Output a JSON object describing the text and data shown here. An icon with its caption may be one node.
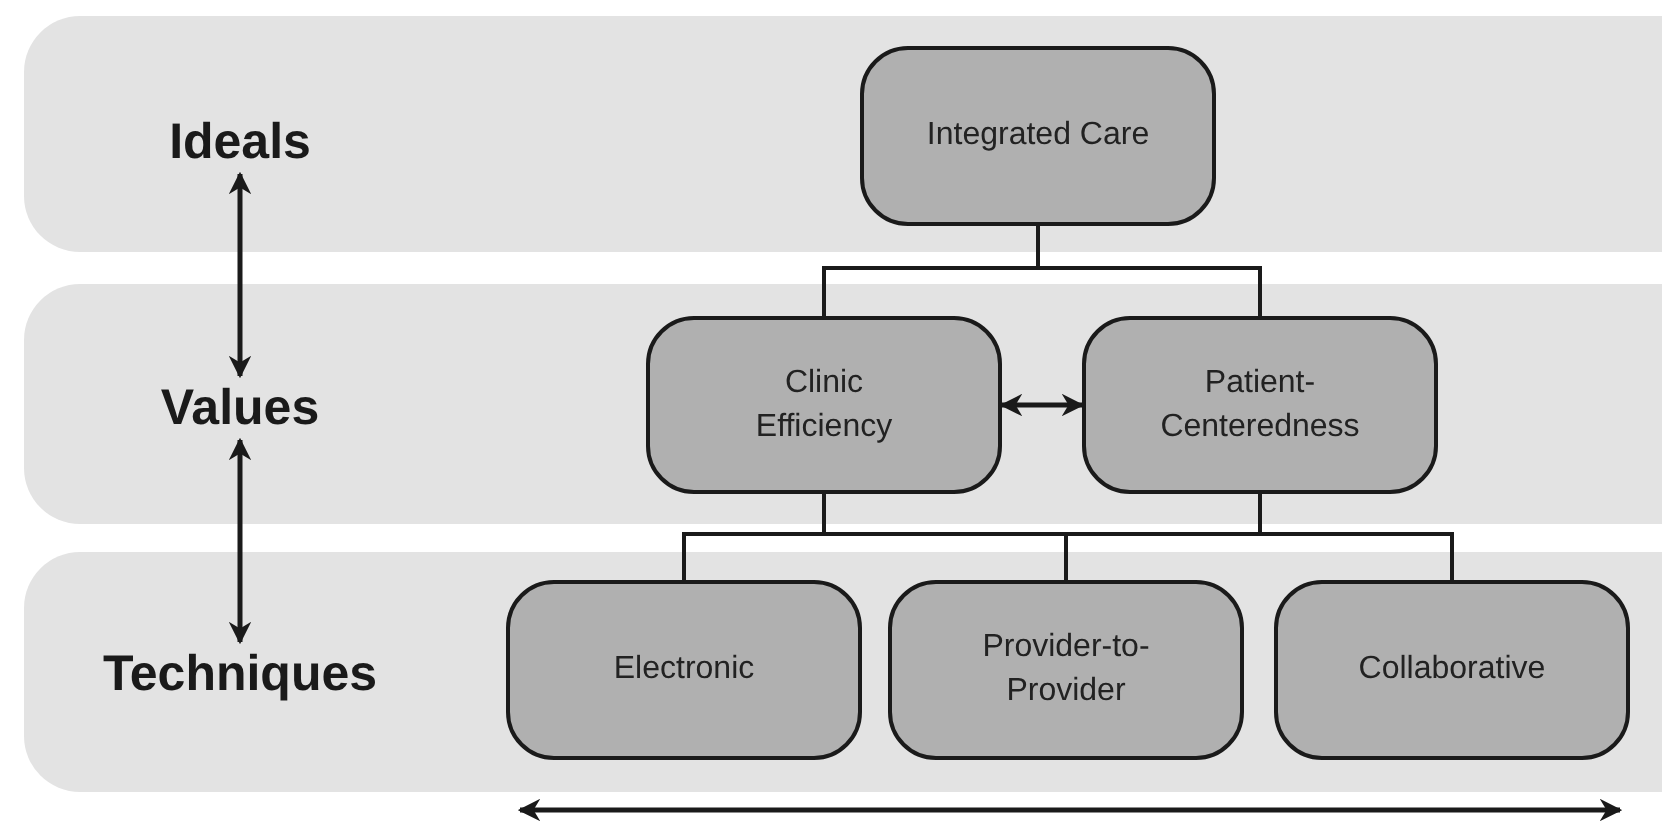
{
  "diagram": {
    "nodes": [
      {
        "text": [],
        "shape": "band"
      },
      {
        "text": [
          "Ideals"
        ],
        "in": 0
      },
      {
        "text": [],
        "shape": "band"
      },
      {
        "text": [
          "Values"
        ],
        "in": 2
      },
      {
        "text": [],
        "shape": "band"
      },
      {
        "text": [
          "Techniques"
        ],
        "in": 4
      },
      {
        "text": [
          "Integrated Care"
        ],
        "in": 0
      },
      {
        "text": [
          "Clinic Efficiency"
        ],
        "in": 2
      },
      {
        "text": [
          "Patient-Centeredness"
        ],
        "in": 2
      },
      {
        "text": [
          "Electronic"
        ],
        "in": 4
      },
      {
        "text": [
          "Provider-to-Provider"
        ],
        "in": 4
      },
      {
        "text": [
          "Collaborative"
        ],
        "in": 4
      }
    ],
    "edges": [
      {
        "from": 1,
        "to": 3,
        "arrow": "both"
      },
      {
        "from": 3,
        "to": 5,
        "arrow": "both"
      },
      {
        "from": 6,
        "to": 7,
        "arrow": "none"
      },
      {
        "from": 6,
        "to": 8,
        "arrow": "none"
      },
      {
        "from": 7,
        "to": 8,
        "arrow": "both"
      },
      {
        "from": 7,
        "to": 9,
        "arrow": "none"
      },
      {
        "from": 7,
        "to": 10,
        "arrow": "none"
      },
      {
        "from": 7,
        "to": 11,
        "arrow": "none"
      },
      {
        "from": 8,
        "to": 9,
        "arrow": "none"
      },
      {
        "from": 8,
        "to": 10,
        "arrow": "none"
      },
      {
        "from": 8,
        "to": 11,
        "arrow": "none"
      }
    ]
  }
}
